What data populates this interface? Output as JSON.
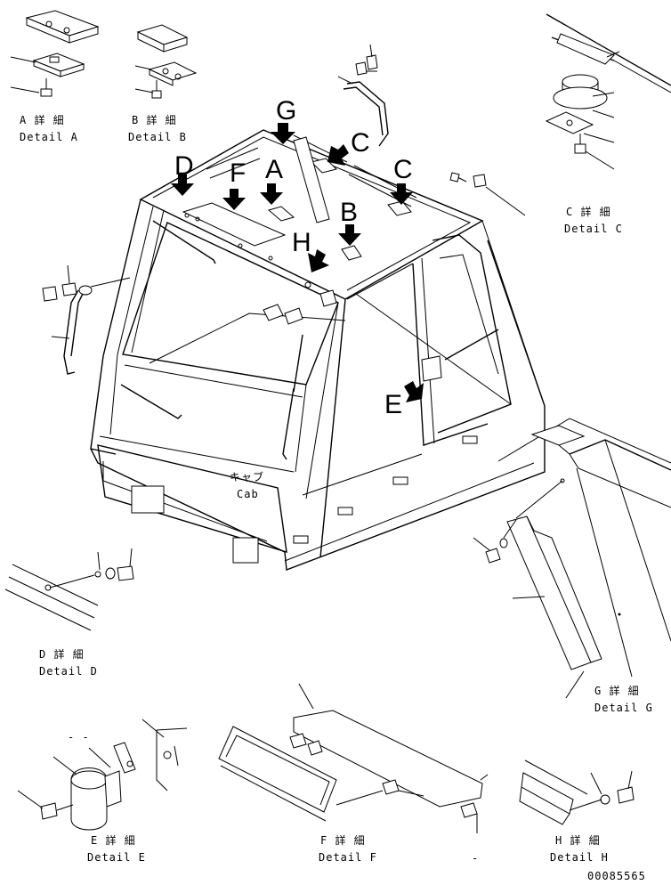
{
  "callouts": {
    "a": "A",
    "b": "B",
    "c1": "C",
    "c2": "C",
    "d": "D",
    "e": "E",
    "f": "F",
    "g": "G",
    "h": "H"
  },
  "details": {
    "a_jp": "A 詳 細",
    "a_en": "Detail A",
    "b_jp": "B 詳 細",
    "b_en": "Detail B",
    "c_jp": "C 詳 細",
    "c_en": "Detail C",
    "d_jp": "D 詳 細",
    "d_en": "Detail D",
    "e_jp": "E 詳 細",
    "e_en": "Detail E",
    "f_jp": "F 詳 細",
    "f_en": "Detail F",
    "g_jp": "G 詳 細",
    "g_en": "Detail G",
    "h_jp": "H 詳 細",
    "h_en": "Detail H"
  },
  "cab": {
    "jp": "キャブ",
    "en": "Cab"
  },
  "marks": {
    "e_dash": "- -",
    "f_dash": "-"
  },
  "drawing_number": "00085565"
}
